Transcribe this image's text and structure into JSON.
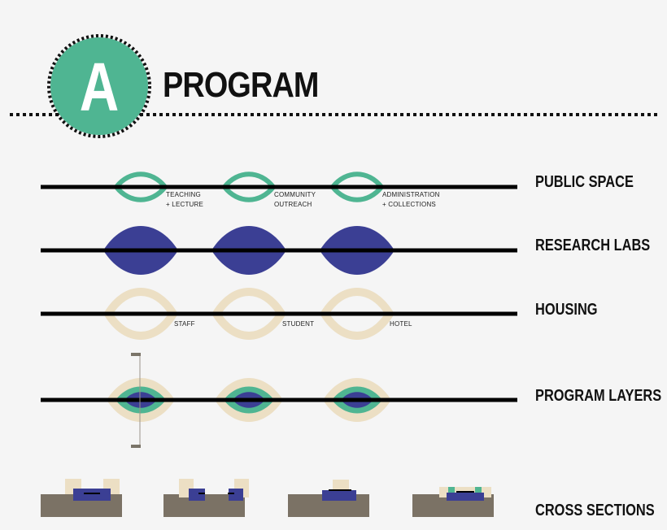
{
  "heading": {
    "badge_letter": "A",
    "title": "PROGRAM"
  },
  "rows": [
    {
      "label": "PUBLIC SPACE",
      "tags": [
        {
          "line1": "TEACHING",
          "line2": "+ LECTURE"
        },
        {
          "line1": "COMMUNITY",
          "line2": "OUTREACH"
        },
        {
          "line1": "ADMINISTRATION",
          "line2": "+ COLLECTIONS"
        }
      ]
    },
    {
      "label": "RESEARCH LABS"
    },
    {
      "label": "HOUSING",
      "tags": [
        {
          "line1": "STAFF"
        },
        {
          "line1": "STUDENT"
        },
        {
          "line1": "HOTEL"
        }
      ]
    },
    {
      "label": "PROGRAM LAYERS"
    },
    {
      "label": "CROSS SECTIONS"
    }
  ],
  "colors": {
    "public_space": "#4fb592",
    "research_labs": "#3b3f94",
    "housing": "#ecdfc4",
    "ground": "#7b7265",
    "line": "#000000",
    "marker": "#7a7468"
  }
}
